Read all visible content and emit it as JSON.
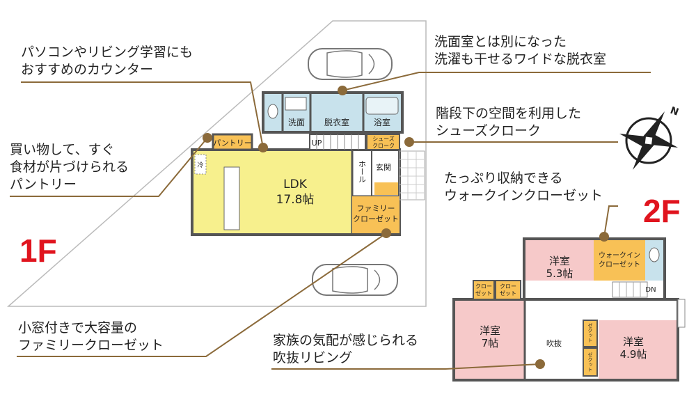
{
  "colors": {
    "ldk": "#f7f08d",
    "orange": "#f8c156",
    "water": "#c8e2ec",
    "bedroom": "#f6c9c9",
    "wall": "#555555",
    "leader": "#8b6a3a",
    "floor_label": "#e0141e"
  },
  "floors": {
    "first": "1F",
    "second": "2F"
  },
  "annotations": {
    "counter": [
      "パソコンやリビング学習にも",
      "おすすめのカウンター"
    ],
    "pantry": [
      "買い物して、すぐ",
      "食材が片づけられる",
      "パントリー"
    ],
    "family_closet": [
      "小窓付きで大容量の",
      "ファミリークローゼット"
    ],
    "dressing": [
      "洗面室とは別になった",
      "洗濯も干せるワイドな脱衣室"
    ],
    "shoes": [
      "階段下の空間を利用した",
      "シューズクローク"
    ],
    "walkin": [
      "たっぷり収納できる",
      "ウォークインクローゼット"
    ],
    "fukinuke": [
      "家族の気配が感じられる",
      "吹抜リビング"
    ]
  },
  "rooms_1f": {
    "toilet": "",
    "senmen": "洗面",
    "datsui": "脱衣室",
    "yokushitsu": "浴室",
    "pantry": "パントリー",
    "up": "UP",
    "shoes": [
      "シューズ",
      "クローク"
    ],
    "ldk": [
      "LDK",
      "17.8帖"
    ],
    "hall": "ホール",
    "genkan": "玄関",
    "fam_closet": [
      "ファミリー",
      "クローゼット"
    ],
    "reizo": "冷"
  },
  "rooms_2f": {
    "yoshitsu_53": [
      "洋室",
      "5.3帖"
    ],
    "walkin": [
      "ウォークイン",
      "クローゼット"
    ],
    "closet_a": [
      "クロー",
      "ゼット"
    ],
    "closet_b": [
      "クロー",
      "ゼット"
    ],
    "dn": "DN",
    "yoshitsu_7": [
      "洋室",
      "7帖"
    ],
    "fukinuke": "吹抜",
    "closet_c": "ゼクット",
    "closet_d": "ゼクット",
    "yoshitsu_49": [
      "洋室",
      "4.9帖"
    ]
  },
  "compass": {
    "north": "N"
  }
}
